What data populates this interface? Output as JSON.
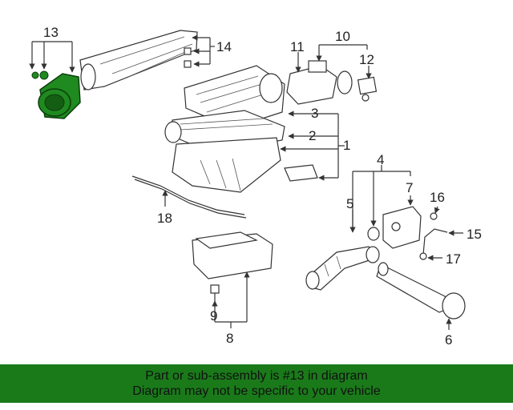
{
  "callouts": [
    "1",
    "2",
    "3",
    "4",
    "5",
    "6",
    "7",
    "8",
    "9",
    "10",
    "11",
    "12",
    "13",
    "14",
    "15",
    "16",
    "17",
    "18"
  ],
  "banner": {
    "line1": "Part or sub-assembly is #13 in diagram",
    "line2": "Diagram may not be specific to your vehicle"
  },
  "colors": {
    "highlight": "#1f8a1f",
    "banner_bg": "#1a7a1a"
  }
}
